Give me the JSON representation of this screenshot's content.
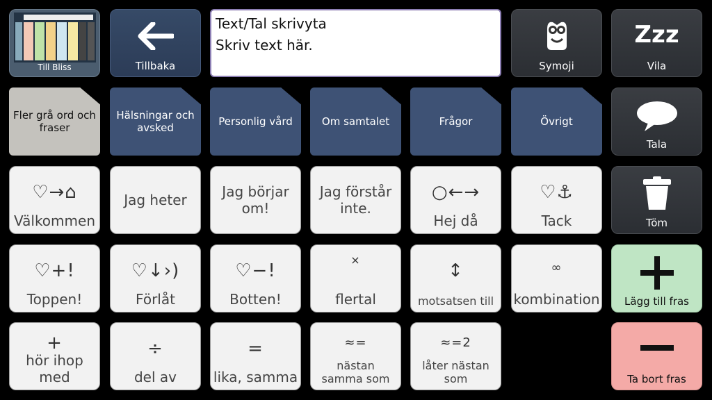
{
  "top": {
    "till_bliss": "Till Bliss",
    "back": "Tillbaka",
    "textbox_title": "Text/Tal skrivyta",
    "textbox_placeholder": "Skriv text här.",
    "symoji": "Symoji",
    "vila": "Vila",
    "vila_icon_text": "Zzz"
  },
  "folders": [
    "Fler grå ord och fraser",
    "Hälsningar och avsked",
    "Personlig vård",
    "Om samtalet",
    "Frågor",
    "Övrigt"
  ],
  "side": {
    "tala": "Tala",
    "tom": "Töm",
    "add": "Lägg till fras",
    "remove": "Ta bort fras"
  },
  "row3": [
    {
      "label": "Välkommen",
      "symbol": "♡→⌂"
    },
    {
      "label": "Jag heter",
      "symbol": ""
    },
    {
      "label": "Jag börjar om!",
      "symbol": ""
    },
    {
      "label": "Jag förstår inte.",
      "symbol": ""
    },
    {
      "label": "Hej då",
      "symbol": "○←→"
    },
    {
      "label": "Tack",
      "symbol": "♡⚓"
    }
  ],
  "row4": [
    {
      "label": "Toppen!",
      "symbol": "♡+!"
    },
    {
      "label": "Förlåt",
      "symbol": "♡↓›)"
    },
    {
      "label": "Botten!",
      "symbol": "♡−!"
    },
    {
      "label": "flertal",
      "symbol": "×"
    },
    {
      "label": "motsatsen till",
      "symbol": "↕"
    },
    {
      "label": "kombination",
      "symbol": "∞"
    }
  ],
  "row5": [
    {
      "label": "hör ihop med",
      "symbol": "+"
    },
    {
      "label": "del av",
      "symbol": "÷"
    },
    {
      "label": "lika, samma",
      "symbol": "="
    },
    {
      "label": "nästan samma som",
      "symbol": "≈="
    },
    {
      "label": "låter nästan som",
      "symbol": "≈=2"
    }
  ]
}
